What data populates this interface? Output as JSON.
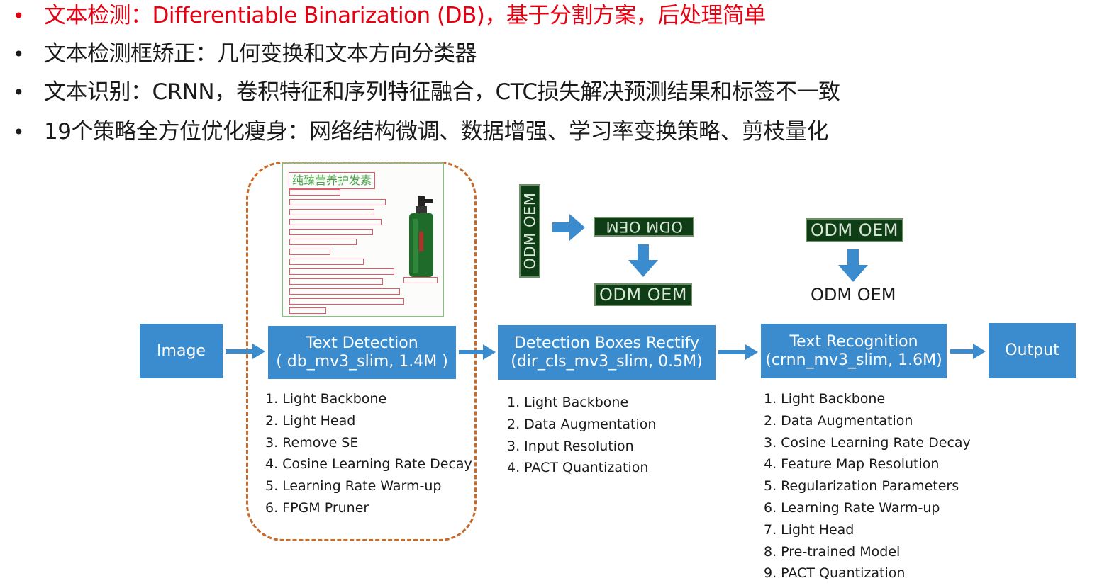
{
  "bullets": [
    {
      "marker": "•",
      "text": "文本检测：Differentiable Binarization (DB)，基于分割方案，后处理简单",
      "color": "#e60012"
    },
    {
      "marker": "•",
      "text": "文本检测框矫正：几何变换和文本方向分类器",
      "color": "#1a1a1a"
    },
    {
      "marker": "•",
      "text": "文本识别：CRNN，卷积特征和序列特征融合，CTC损失解决预测结果和标签不一致",
      "color": "#1a1a1a"
    },
    {
      "marker": "•",
      "text": "19个策略全方位优化瘦身：网络结构微调、数据增强、学习率变换策略、剪枝量化",
      "color": "#1a1a1a"
    }
  ],
  "diagram": {
    "box_color": "#3a8ccf",
    "accent_dashed": "#c76a2a",
    "image_box": {
      "label": "Image"
    },
    "detection_box": {
      "line1": "Text Detection",
      "line2": "( db_mv3_slim, 1.4M )"
    },
    "rectify_box": {
      "line1": "Detection Boxes Rectify",
      "line2": "(dir_cls_mv3_slim, 0.5M)"
    },
    "recognition_box": {
      "line1": "Text Recognition",
      "line2": "(crnn_mv3_slim, 1.6M)"
    },
    "output_box": {
      "label": "Output"
    },
    "detection_sample_title": "纯臻营养护发素",
    "ocr_text": "ODM OEM",
    "detection_list": [
      "1. Light Backbone",
      "2. Light Head",
      "3. Remove SE",
      "4. Cosine Learning Rate Decay",
      "5. Learning Rate Warm-up",
      "6. FPGM Pruner"
    ],
    "rectify_list": [
      "1. Light Backbone",
      "2. Data Augmentation",
      "3. Input Resolution",
      "4. PACT Quantization"
    ],
    "recognition_list": [
      "1. Light Backbone",
      "2. Data Augmentation",
      "3. Cosine Learning Rate Decay",
      "4. Feature Map Resolution",
      "5. Regularization Parameters",
      "6. Learning Rate Warm-up",
      "7. Light Head",
      "8. Pre-trained Model",
      "9. PACT Quantization"
    ]
  }
}
